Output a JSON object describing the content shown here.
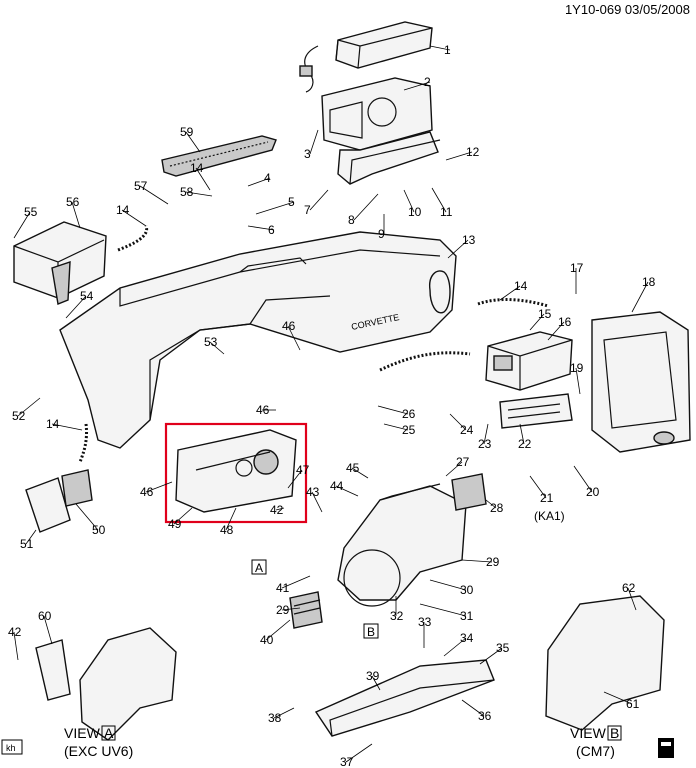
{
  "header": {
    "ref": "1Y10-069  03/05/2008"
  },
  "callouts": [
    "1",
    "2",
    "3",
    "4",
    "5",
    "6",
    "7",
    "8",
    "9",
    "10",
    "11",
    "12",
    "13",
    "14",
    "14",
    "14",
    "14",
    "15",
    "16",
    "17",
    "18",
    "19",
    "20",
    "21",
    "22",
    "23",
    "24",
    "25",
    "26",
    "27",
    "28",
    "29",
    "29",
    "30",
    "31",
    "32",
    "33",
    "34",
    "35",
    "36",
    "37",
    "38",
    "39",
    "40",
    "41",
    "42",
    "42",
    "43",
    "44",
    "45",
    "46",
    "46",
    "46",
    "47",
    "48",
    "49",
    "50",
    "51",
    "52",
    "53",
    "54",
    "55",
    "56",
    "57",
    "58",
    "59",
    "60",
    "61",
    "62"
  ],
  "option_labels": {
    "ka1": "(KA1)"
  },
  "view_markers": {
    "a": "A",
    "b": "B"
  },
  "views": {
    "a": {
      "title": "VIEW",
      "letter": "A",
      "subtitle": "(EXC UV6)"
    },
    "b": {
      "title": "VIEW",
      "letter": "B",
      "subtitle": "(CM7)"
    }
  },
  "footer": {
    "left_tag": "kh"
  },
  "dash_badge": "CORVETTE",
  "highlight_color": "#e0001b"
}
